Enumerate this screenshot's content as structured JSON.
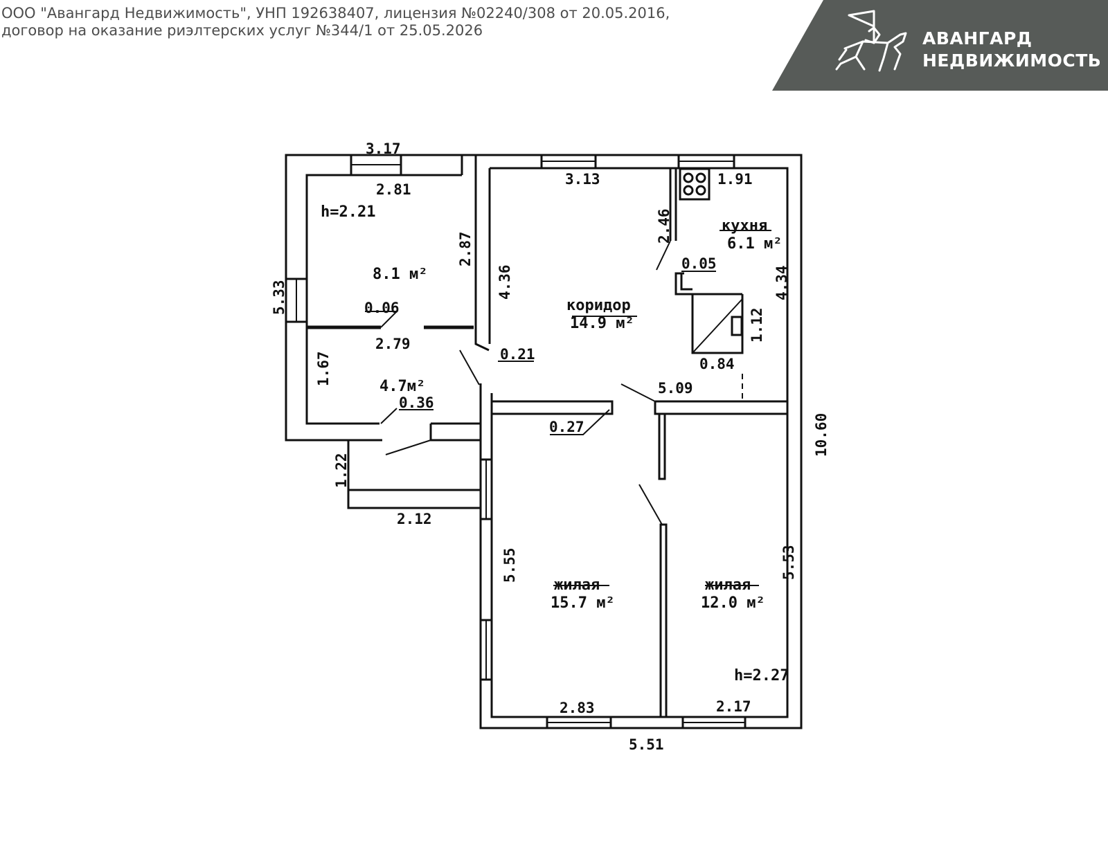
{
  "header": {
    "legal_line1": "ООО \"Авангард Недвижимость\", УНП 192638407, лицензия №02240/308 от 20.05.2016,",
    "legal_line2": "договор на оказание риэлтерских услуг №344/1 от 25.05.2026",
    "brand_line1": "АВАНГАРД",
    "brand_line2": "НЕДВИЖИМОСТЬ",
    "banner_color": "#575b58",
    "logo_icon": "knight-on-horse-icon"
  },
  "plan": {
    "rooms": {
      "room_small": {
        "area": "8.1 м²",
        "height": "h=2.21"
      },
      "room_porch": {
        "area": "4.7м²"
      },
      "corridor": {
        "name": "коридор",
        "area": "14.9 м²"
      },
      "kitchen": {
        "name": "кухня",
        "area": "6.1 м²"
      },
      "living_left": {
        "name": "жилая",
        "area": "15.7 м²"
      },
      "living_right": {
        "name": "жилая",
        "area": "12.0 м²",
        "height": "h=2.27"
      }
    },
    "dims": {
      "d_3_17": "3.17",
      "d_2_81": "2.81",
      "d_3_13": "3.13",
      "d_1_91": "1.91",
      "d_2_46": "2.46",
      "d_2_87": "2.87",
      "d_4_36": "4.36",
      "d_5_33": "5.33",
      "d_0_05": "0.05",
      "d_4_34": "4.34",
      "d_0_06": "0.06",
      "d_1_12": "1.12",
      "d_2_79": "2.79",
      "d_0_21": "0.21",
      "d_0_84": "0.84",
      "d_1_67": "1.67",
      "d_5_09": "5.09",
      "d_0_36": "0.36",
      "d_0_27": "0.27",
      "d_10_60": "10.60",
      "d_1_22": "1.22",
      "d_2_12": "2.12",
      "d_5_55": "5.55",
      "d_5_53": "5.53",
      "d_2_83": "2.83",
      "d_2_17": "2.17",
      "d_5_51": "5.51"
    }
  }
}
